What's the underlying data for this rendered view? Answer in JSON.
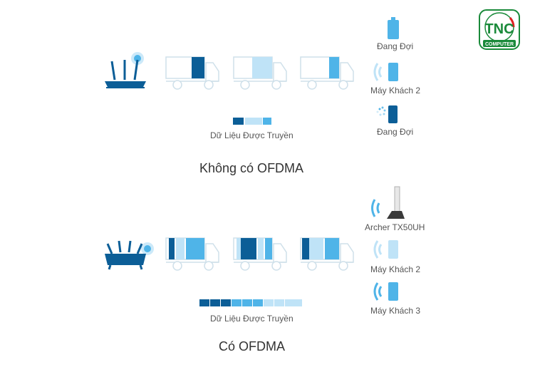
{
  "logo": {
    "brand": "TNC",
    "subtitle": "COMPUTER",
    "brand_color": "#1a8a3a",
    "accent_color": "#e02020"
  },
  "colors": {
    "dark_blue": "#0c5e97",
    "mid_blue": "#4fb4e8",
    "light_blue": "#bfe3f7",
    "outline": "#cfe0ea",
    "device_gray": "#9aa5ad"
  },
  "top": {
    "section_title": "Không có OFDMA",
    "data_label": "Dữ Liệu Được Truyền",
    "clients": [
      {
        "label": "Đang Đợi",
        "icon": "phone-full-battery-icon"
      },
      {
        "label": "Máy Khách 2",
        "icon": "phone-wifi-icon"
      },
      {
        "label": "Đang Đợi",
        "icon": "phone-loading-icon"
      }
    ]
  },
  "bottom": {
    "section_title": "Có OFDMA",
    "data_label": "Dữ Liệu Được Truyền",
    "clients": [
      {
        "label": "Archer TX50UH",
        "icon": "usb-adapter-icon"
      },
      {
        "label": "Máy Khách 2",
        "icon": "phone-wifi-icon"
      },
      {
        "label": "Máy Khách 3",
        "icon": "phone-wifi-icon"
      }
    ]
  }
}
